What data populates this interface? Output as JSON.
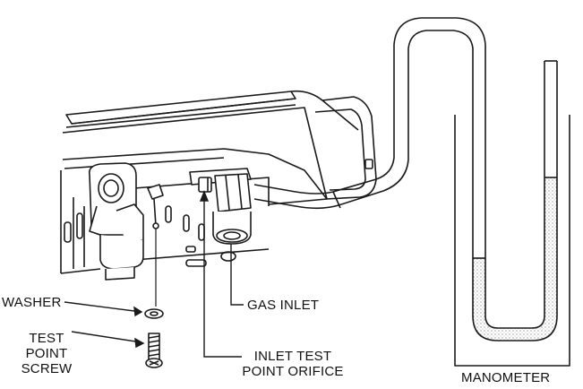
{
  "labels": {
    "washer": "WASHER",
    "test_point_screw_line1": "TEST",
    "test_point_screw_line2": "POINT",
    "test_point_screw_line3": "SCREW",
    "gas_inlet": "GAS INLET",
    "inlet_test_point_orifice_line1": "INLET TEST",
    "inlet_test_point_orifice_line2": "POINT ORIFICE",
    "manometer": "MANOMETER"
  },
  "colors": {
    "line": "#1a1a1a",
    "fluid_stipple": "#8a8a8a",
    "background": "#ffffff"
  }
}
